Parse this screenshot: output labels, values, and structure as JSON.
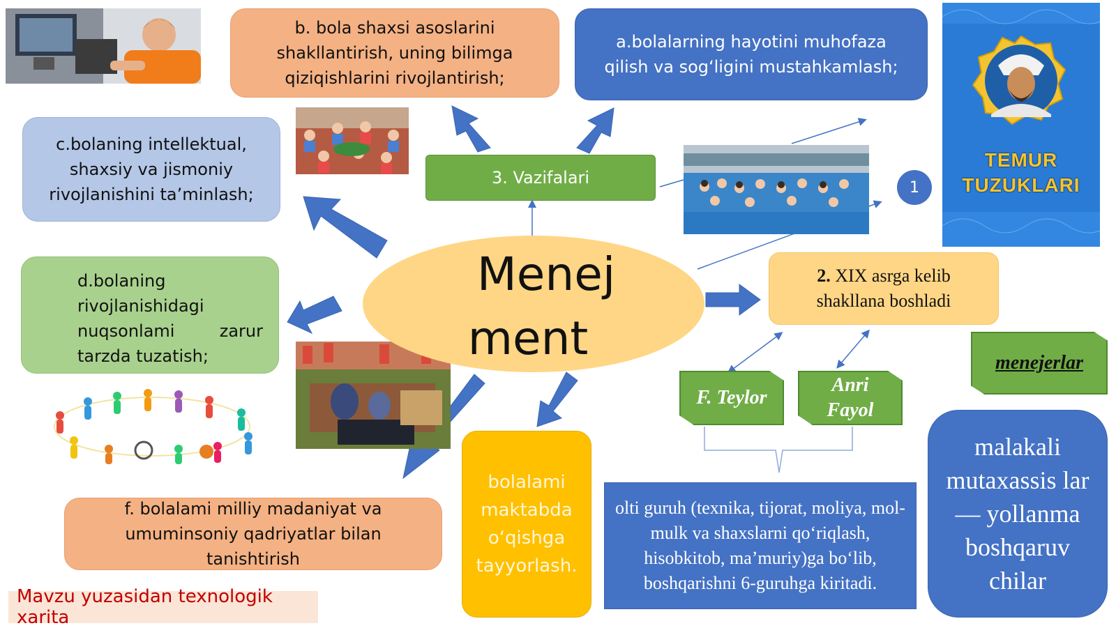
{
  "center": {
    "title_line1": "Menej",
    "title_line2": "ment"
  },
  "task_b": "b. bola shaxsi asoslarini shakllantirish, uning bilimga qiziqishlarini rivojlantirish;",
  "task_a": "a.bolalarning hayotini muhofaza qilish va sog‘ligini mustahkamlash;",
  "task_c": "c.bolaning intellektual, shaxsiy va jismoniy rivojlanishini ta’minlash;",
  "task_d": {
    "line1": "d.bolaning",
    "line2": "rivojlanishidagi",
    "line3_a": "nuqsonlami",
    "line3_b": "zarur",
    "line4": "tarzda tuzatish;"
  },
  "task_f": "f. bolalami milliy madaniyat va umuminsoniy qadriyatlar bilan tanishtirish",
  "task_e": "bolalami maktabda o‘qishga tayyorlash.",
  "vazifalari": "3. Vazifalari",
  "xix": {
    "number": "2.",
    "text": "XIX asrga kelib shakllana boshladi"
  },
  "teylor": "F. Teylor",
  "fayol": "Anri Fayol",
  "groups": "olti guruh (texnika, tijorat, moliya, mol-mulk va shaxslarni qo‘riqlash, hisobkitob, ma’muriy)ga bo‘lib, boshqarishni 6-guruhga kiritadi.",
  "managers": "menejerlar",
  "specialists": "malakali mutaxassis lar — yollanma boshqaruv chilar",
  "circle_number": "1",
  "book": {
    "line1": "TEMUR",
    "line2": "TUZUKLARI"
  },
  "footer": "Mavzu yuzasidan texnologik xarita",
  "colors": {
    "blue": "#4472c4",
    "green": "#70ad47",
    "orange": "#ffc000",
    "salmon": "#f4b183",
    "light_orange": "#ffd685",
    "gray_blue": "#b4c7e7",
    "light_green": "#a9d18e",
    "footer_red": "#c00000",
    "book_gold": "#f4c430"
  }
}
